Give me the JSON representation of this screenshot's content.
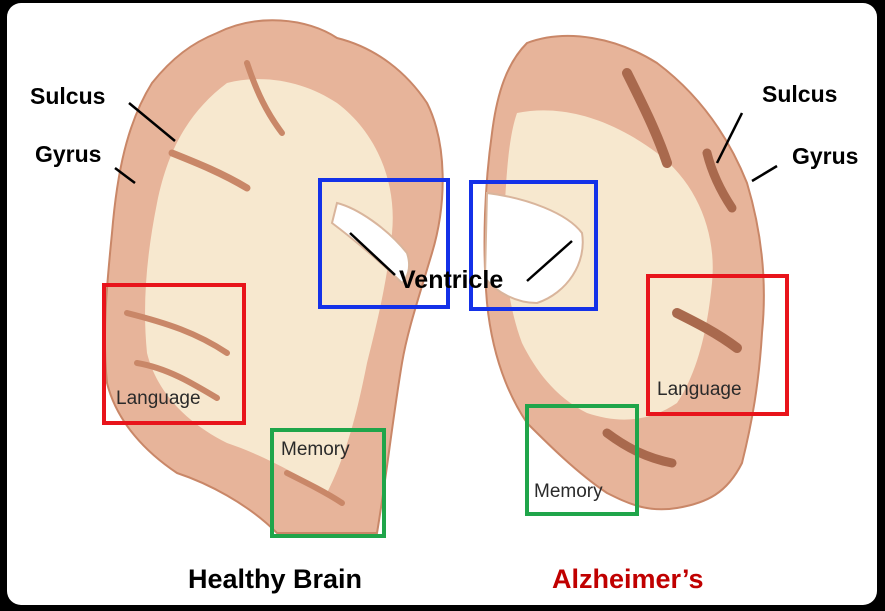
{
  "labels": {
    "sulcus_left": "Sulcus",
    "gyrus_left": "Gyrus",
    "sulcus_right": "Sulcus",
    "gyrus_right": "Gyrus",
    "ventricle": "Ventricle"
  },
  "regions": {
    "language_healthy": "Language",
    "memory_healthy": "Memory",
    "language_alz": "Language",
    "memory_alz": "Memory"
  },
  "captions": {
    "healthy": "Healthy Brain",
    "alzheimers": "Alzheimer’s"
  },
  "colors": {
    "background": "#000000",
    "panel": "#ffffff",
    "cortex": "#e7b49a",
    "cortex_dark": "#c98768",
    "white_matter": "#f7e8cf",
    "language_box": "#e8141b",
    "memory_box": "#1fa54a",
    "ventricle_box": "#1431e8",
    "alzheimers_caption": "#c00000",
    "healthy_caption": "#000000"
  },
  "icons": {
    "healthy_hemisphere": "healthy-brain-hemisphere-illustration",
    "alz_hemisphere": "alzheimers-brain-hemisphere-illustration"
  }
}
